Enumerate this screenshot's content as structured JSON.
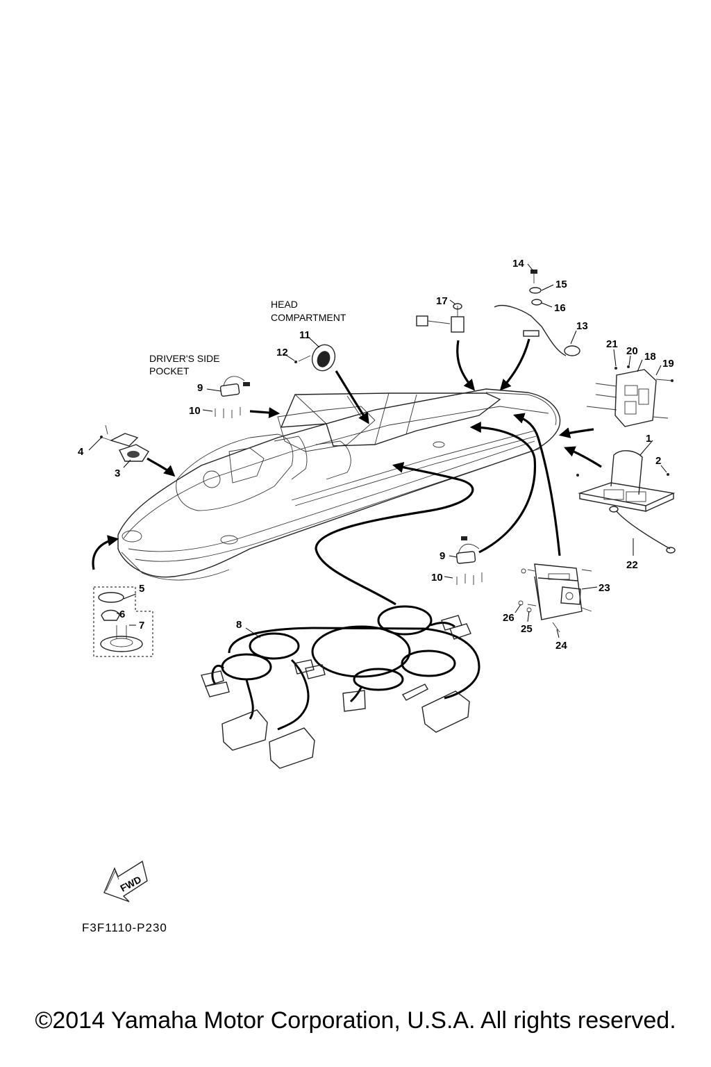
{
  "labels": {
    "head_compartment_line1": "HEAD",
    "head_compartment_line2": "COMPARTMENT",
    "drivers_side_line1": "DRIVER'S SIDE",
    "drivers_side_line2": "POCKET",
    "fwd": "FWD"
  },
  "callouts": [
    "1",
    "2",
    "3",
    "4",
    "5",
    "6",
    "7",
    "8",
    "9",
    "10",
    "11",
    "12",
    "13",
    "14",
    "15",
    "16",
    "17",
    "18",
    "19",
    "20",
    "21",
    "22",
    "23",
    "24",
    "25",
    "26"
  ],
  "callout_repeats": {
    "9": "9",
    "10": "10"
  },
  "page_code": "F3F1110-P230",
  "copyright": "©2014 Yamaha Motor Corporation, U.S.A. All rights reserved."
}
